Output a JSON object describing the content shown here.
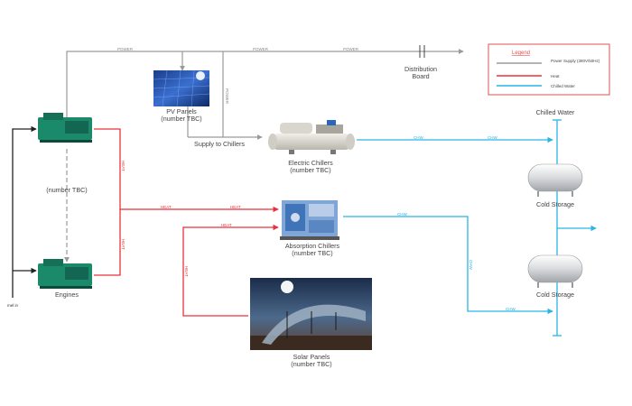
{
  "legend": {
    "title": "Legend",
    "items": [
      {
        "label": "Power Supply (380V/50Hz)",
        "color": "#9a9a9a"
      },
      {
        "label": "Heat",
        "color": "#e8323a"
      },
      {
        "label": "Chilled Water",
        "color": "#2ab4e8"
      }
    ]
  },
  "colors": {
    "power": "#9a9a9a",
    "heat": "#e8323a",
    "water": "#2ab4e8",
    "legend_border": "#e05050"
  },
  "nodes": {
    "engines_top": {
      "label": ""
    },
    "engines_mid": {
      "label": "(number TBC)"
    },
    "engines": {
      "label": "Engines"
    },
    "fuel": {
      "label": "mel in"
    },
    "pv": {
      "label_1": "PV Panels",
      "label_2": "(number TBC)"
    },
    "supply": {
      "label": "Supply to Chillers"
    },
    "distribution": {
      "label_1": "Distribution",
      "label_2": "Board"
    },
    "electric_chillers": {
      "label_1": "Electric Chillers",
      "label_2": "(number TBC)"
    },
    "absorption_chillers": {
      "label_1": "Absorption Chillers",
      "label_2": "(number TBC)"
    },
    "solar": {
      "label_1": "Solar Panels",
      "label_2": "(number TBC)"
    },
    "chilled_water": {
      "label": "Chilled Water"
    },
    "cold_storage_1": {
      "label": "Cold Storage"
    },
    "cold_storage_2": {
      "label": "Cold Storage"
    }
  },
  "edge_labels": {
    "power": "POWER",
    "power_v": "POWER",
    "heat": "HEAT",
    "chw": "CHW"
  }
}
